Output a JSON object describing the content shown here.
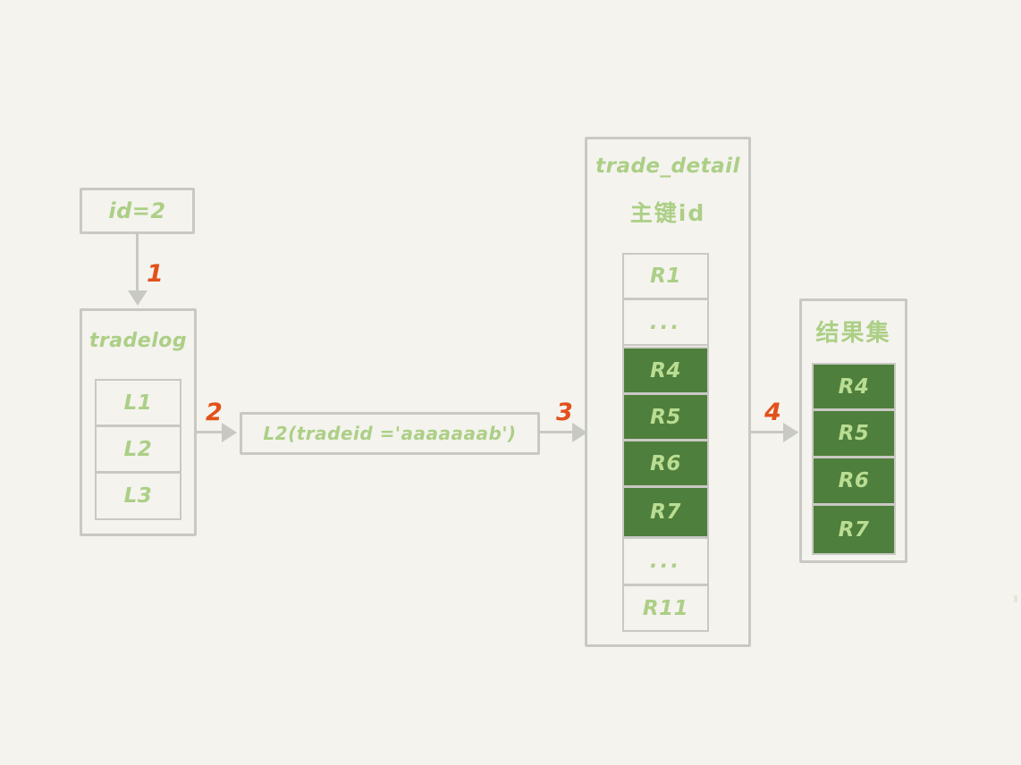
{
  "diagram": {
    "title_hidden": "",
    "background_color": "#f4f3ee",
    "accent_color": "#e2511a",
    "green_fill": "#4f7f3c",
    "light_green_text": "#accf86",
    "border_color": "#c9c9c4"
  },
  "id_box": {
    "label": "id=2"
  },
  "tradelog": {
    "title": "tradelog",
    "rows": [
      {
        "label": "L1"
      },
      {
        "label": "L2"
      },
      {
        "label": "L3"
      }
    ]
  },
  "query_box": {
    "label": "L2(tradeid ='aaaaaaab')"
  },
  "trade_detail": {
    "title": "trade_detail",
    "subtitle": "主键id",
    "rows": [
      {
        "label": "R1",
        "highlighted": false
      },
      {
        "label": "...",
        "highlighted": false
      },
      {
        "label": "R4",
        "highlighted": true
      },
      {
        "label": "R5",
        "highlighted": true
      },
      {
        "label": "R6",
        "highlighted": true
      },
      {
        "label": "R7",
        "highlighted": true
      },
      {
        "label": "...",
        "highlighted": false
      },
      {
        "label": "R11",
        "highlighted": false
      }
    ]
  },
  "result_set": {
    "title": "结果集",
    "rows": [
      {
        "label": "R4",
        "highlighted": true
      },
      {
        "label": "R5",
        "highlighted": true
      },
      {
        "label": "R6",
        "highlighted": true
      },
      {
        "label": "R7",
        "highlighted": true
      }
    ]
  },
  "steps": [
    {
      "number": "1"
    },
    {
      "number": "2"
    },
    {
      "number": "3"
    },
    {
      "number": "4"
    }
  ]
}
